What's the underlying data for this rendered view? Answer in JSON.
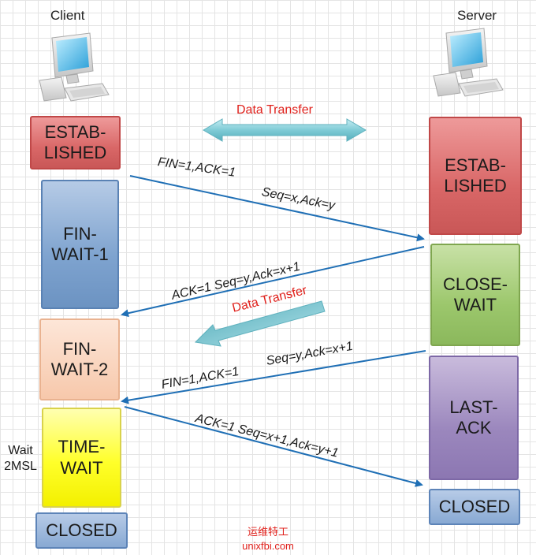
{
  "client_label": "Client",
  "server_label": "Server",
  "client_states": {
    "established": "ESTAB-\nLISHED",
    "fin_wait_1": "FIN-\nWAIT-1",
    "fin_wait_2": "FIN-\nWAIT-2",
    "time_wait": "TIME-\nWAIT",
    "closed": "CLOSED"
  },
  "server_states": {
    "established": "ESTAB-\nLISHED",
    "close_wait": "CLOSE-\nWAIT",
    "last_ack": "LAST-\nACK",
    "closed": "CLOSED"
  },
  "messages": {
    "fin1_a": "FIN=1,ACK=1",
    "fin1_b": "Seq=x,Ack=y",
    "ack1": "ACK=1 Seq=y,Ack=x+1",
    "fin2_a": "FIN=1,ACK=1",
    "fin2_b": "Seq=y,Ack=x+1",
    "ack2": "ACK=1 Seq=x+1,Ack=y+1"
  },
  "data_transfer_1": "Data  Transfer",
  "data_transfer_2": "Data  Transfer",
  "wait_note": {
    "line1": "Wait",
    "line2": "2MSL"
  },
  "watermark": {
    "line1": "运维特工",
    "line2": "unixfbi.com"
  },
  "colors": {
    "arrow": "#1f6fb5",
    "data_transfer_text": "#e0201b",
    "data_transfer_arrow": "#7fcbd6"
  }
}
